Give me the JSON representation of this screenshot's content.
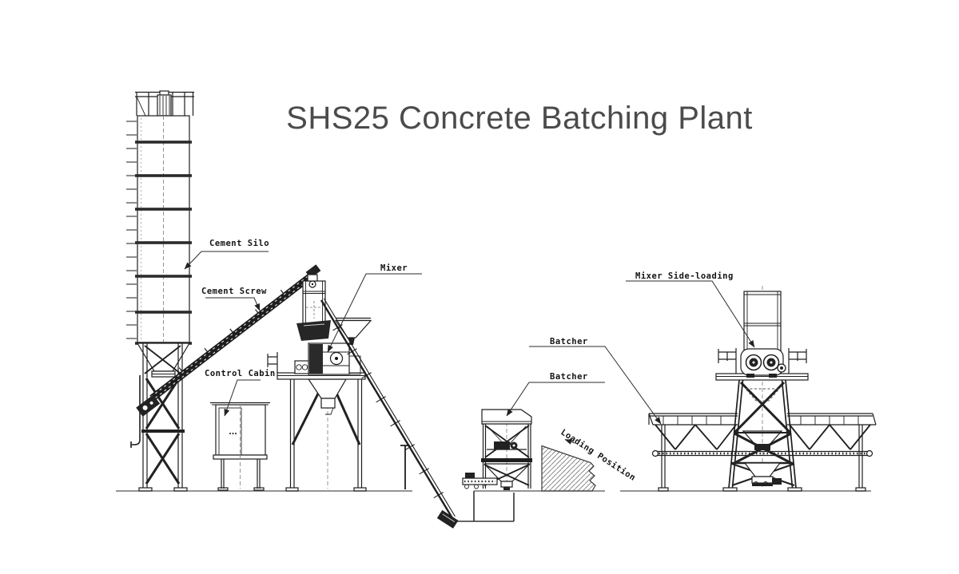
{
  "title": "SHS25 Concrete Batching Plant",
  "labels": {
    "cement_silo": "Cement Silo",
    "cement_screw": "Cement Screw",
    "control_cabin": "Control Cabin",
    "mixer": "Mixer",
    "batcher_upper": "Batcher",
    "batcher_lower": "Batcher",
    "loading_position": "Loading Position",
    "mixer_side_loading": "Mixer Side-loading"
  },
  "colors": {
    "background": "#ffffff",
    "line": "#1e1e1e",
    "title_text": "#4b4b4b",
    "label_text": "#141414"
  }
}
